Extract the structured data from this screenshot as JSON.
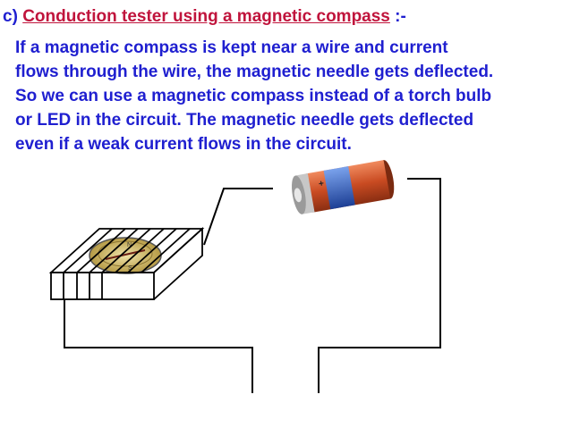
{
  "heading": {
    "label": "c)",
    "title": "Conduction tester using a magnetic compass",
    "suffix": ":-"
  },
  "paragraph": "  If a magnetic compass is kept near a wire and current\nflows through the wire, the magnetic needle gets deflected.\nSo we can use a magnetic compass instead of a torch bulb\nor LED in the circuit. The  magnetic needle gets deflected\neven if a weak current flows in the circuit.",
  "colors": {
    "text": "#1f1fd0",
    "title": "#c0143c",
    "wire": "#000000",
    "battery_body": "#d9623a",
    "battery_band": "#2f63c6",
    "compass_face": "#d7c27a"
  },
  "compass_markings": [
    "N",
    "S"
  ],
  "battery_marking": "+"
}
